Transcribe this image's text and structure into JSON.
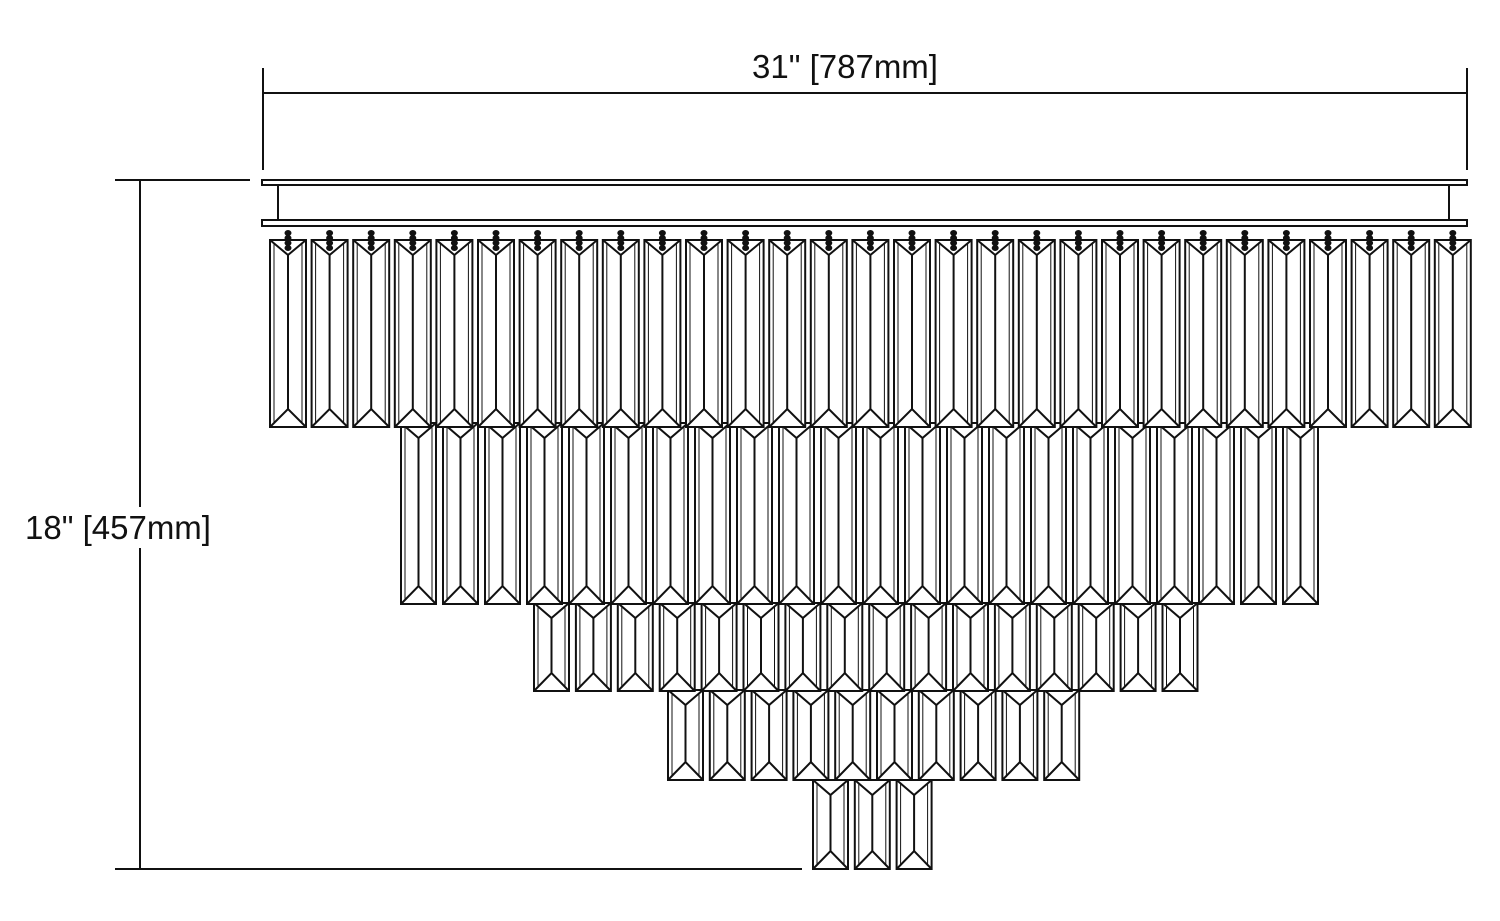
{
  "dimensions": {
    "width_label": "31\" [787mm]",
    "height_label": "18\" [457mm]"
  },
  "fixture": {
    "tier_crystal_counts": [
      29,
      22,
      16,
      10,
      3
    ]
  },
  "colors": {
    "line": "#111111",
    "background": "#ffffff"
  }
}
